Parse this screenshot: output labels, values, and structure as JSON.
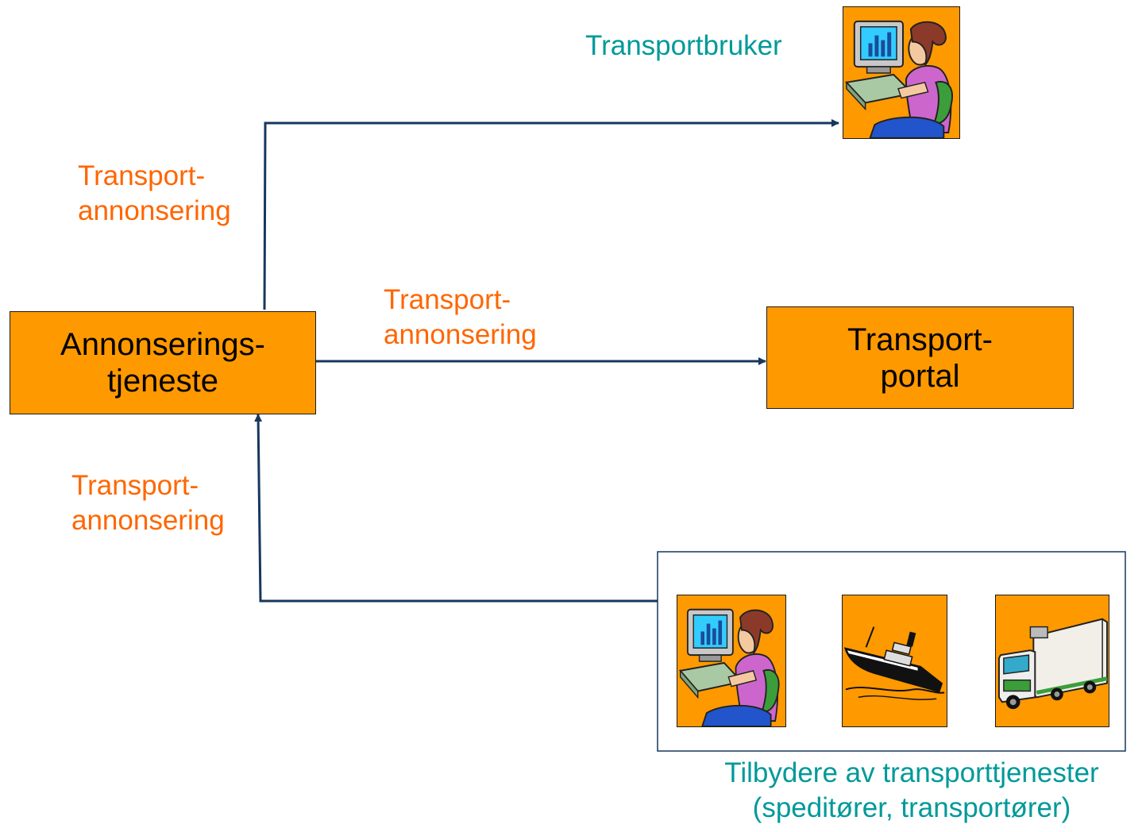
{
  "nodes": {
    "service": {
      "line1": "Annonserings-",
      "line2": "tjeneste"
    },
    "portal": {
      "line1": "Transport-",
      "line2": "portal"
    },
    "user": {
      "label": "Transportbruker"
    },
    "providers": {
      "line1": "Tilbydere av transporttjenester",
      "line2": "(speditører, transportører)"
    }
  },
  "edges": {
    "to_user": {
      "line1": "Transport-",
      "line2": "annonsering"
    },
    "to_portal": {
      "line1": "Transport-",
      "line2": "annonsering"
    },
    "from_providers": {
      "line1": "Transport-",
      "line2": "annonsering"
    }
  },
  "icons": [
    "woman-at-computer-icon",
    "cargo-ship-icon",
    "delivery-truck-icon"
  ],
  "colors": {
    "box_fill": "#ff9900",
    "arrow": "#17375e",
    "edge_label": "#ff6600",
    "node_label": "#009999"
  }
}
